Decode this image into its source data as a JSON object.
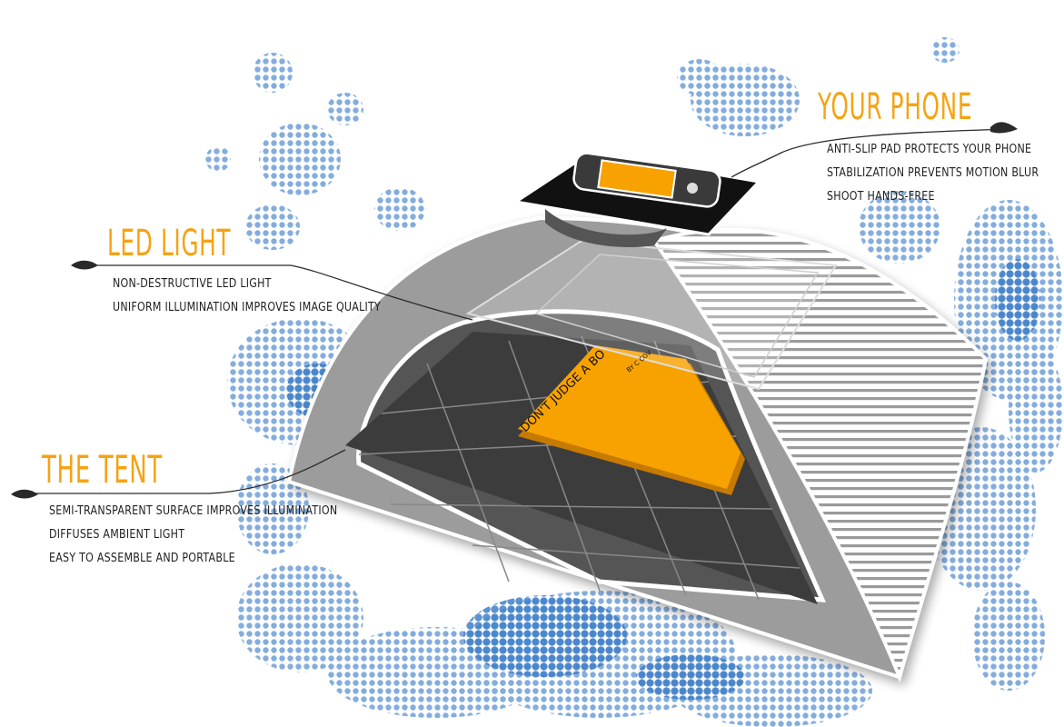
{
  "colors": {
    "accent": "#f5a313",
    "splash": "#6f9fd8",
    "tent_gray": "#9c9c9c",
    "floor": "#3c3c3c",
    "book": "#f7a200"
  },
  "sections": {
    "phone": {
      "title": "YOUR PHONE",
      "features": [
        "Anti-slip pad protects your phone",
        "Stabilization prevents motion blur",
        "Shoot hands-free"
      ]
    },
    "led": {
      "title": "LED LIGHT",
      "features": [
        "Non-destructive LED light",
        "Uniform illumination improves image quality"
      ]
    },
    "tent": {
      "title": "THE TENT",
      "features": [
        "Semi-transparent surface improves illumination",
        "Diffuses ambient light",
        "Easy to assemble and portable"
      ]
    }
  },
  "book": {
    "title": "DON'T JUDGE A BO",
    "spine_text": "BY C COV"
  }
}
